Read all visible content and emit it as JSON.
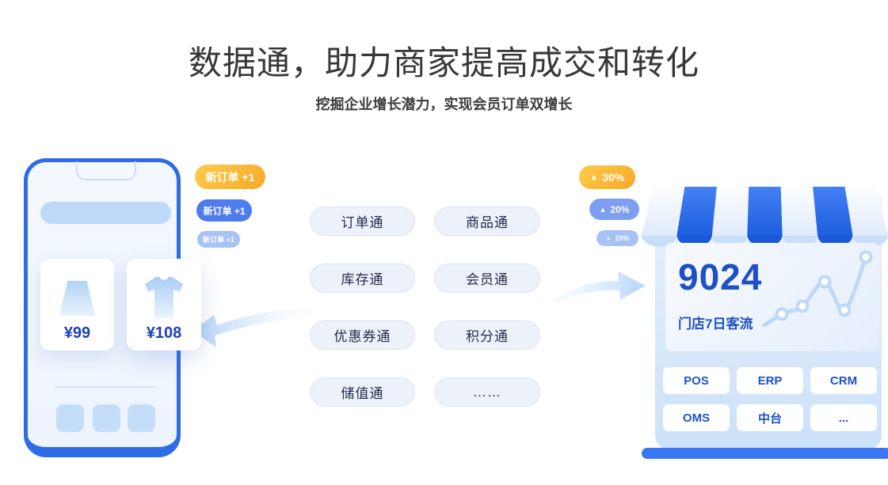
{
  "page": {
    "title": "数据通，助力商家提高成交和转化",
    "subtitle": "挖掘企业增长潜力，实现会员订单双增长"
  },
  "phone": {
    "products": [
      {
        "price": "¥99",
        "icon": "trapezoid-product-icon"
      },
      {
        "price": "¥108",
        "icon": "tshirt-product-icon"
      }
    ],
    "order_badges": [
      {
        "label": "新订单 +1",
        "color": "#F7A926",
        "size": "large"
      },
      {
        "label": "新订单 +1",
        "color": "#4E7CEF",
        "size": "medium"
      },
      {
        "label": "新订单 +1",
        "color": "#A7C2F5",
        "size": "small"
      }
    ]
  },
  "modules": {
    "items": [
      "订单通",
      "商品通",
      "库存通",
      "会员通",
      "优惠券通",
      "积分通",
      "储值通",
      "……"
    ]
  },
  "store": {
    "up_arrow": "▲",
    "growth_badges": [
      {
        "value": "30%",
        "color": "#F7A926",
        "size": "large"
      },
      {
        "value": "20%",
        "color": "#7E9EF2",
        "size": "medium"
      },
      {
        "value": "10%",
        "color": "#A7C2F5",
        "size": "small"
      }
    ],
    "stat": {
      "value": "9024",
      "label": "门店7日客流"
    },
    "systems": [
      "POS",
      "ERP",
      "CRM",
      "OMS",
      "中台",
      "..."
    ]
  },
  "chart_data": {
    "type": "line",
    "title": "门店7日客流",
    "latest_value": 9024,
    "points_rel": [
      [
        15,
        98
      ],
      [
        37,
        84
      ],
      [
        63,
        74
      ],
      [
        91,
        43
      ],
      [
        116,
        79
      ],
      [
        143,
        12
      ]
    ],
    "marker_indices": [
      1,
      2,
      3,
      4,
      5
    ],
    "line_color": "#BFD8F6",
    "marker_fill": "#FFFFFF",
    "grid": false,
    "axes": false,
    "legend": false
  },
  "colors": {
    "brand_blue": "#2E6BE6",
    "awning_blue": "#2566E4",
    "dark_text_blue": "#1C41B4",
    "accent_yellow": "#F7A926",
    "light_blue_fill": "#BDD8F8"
  }
}
